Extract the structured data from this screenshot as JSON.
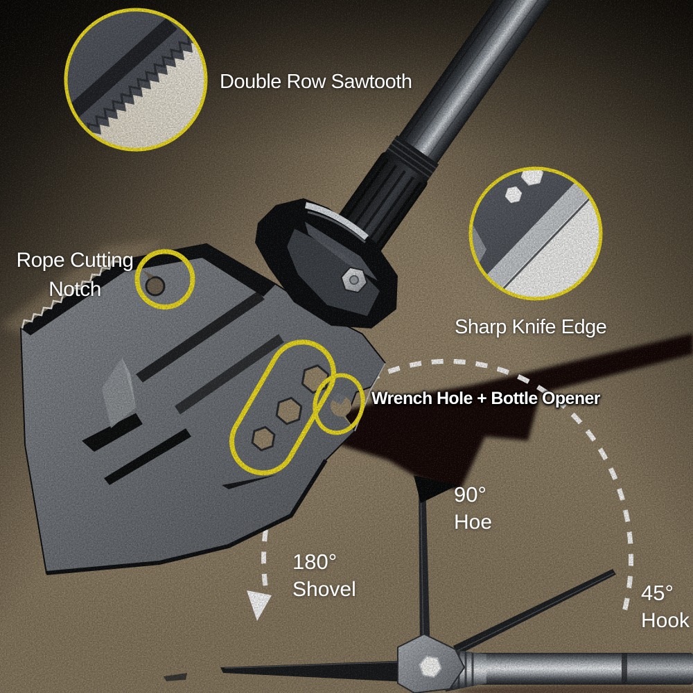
{
  "colors": {
    "highlight_yellow": "#f2e01e",
    "label_white": "#ffffff",
    "sand_base": "#87785f",
    "shadow_black": "#070503"
  },
  "callouts": {
    "sawtooth": {
      "label": "Double Row Sawtooth"
    },
    "rope_notch": {
      "line1": "Rope Cutting",
      "line2": "Notch"
    },
    "knife_edge": {
      "label": "Sharp Knife Edge"
    },
    "wrench_bottle": {
      "label": "Wrench Hole + Bottle Opener"
    }
  },
  "angles": {
    "shovel": {
      "value": "180°",
      "label": "Shovel"
    },
    "hoe": {
      "value": "90°",
      "label": "Hoe"
    },
    "hook": {
      "value": "45°",
      "label": "Hook"
    }
  }
}
